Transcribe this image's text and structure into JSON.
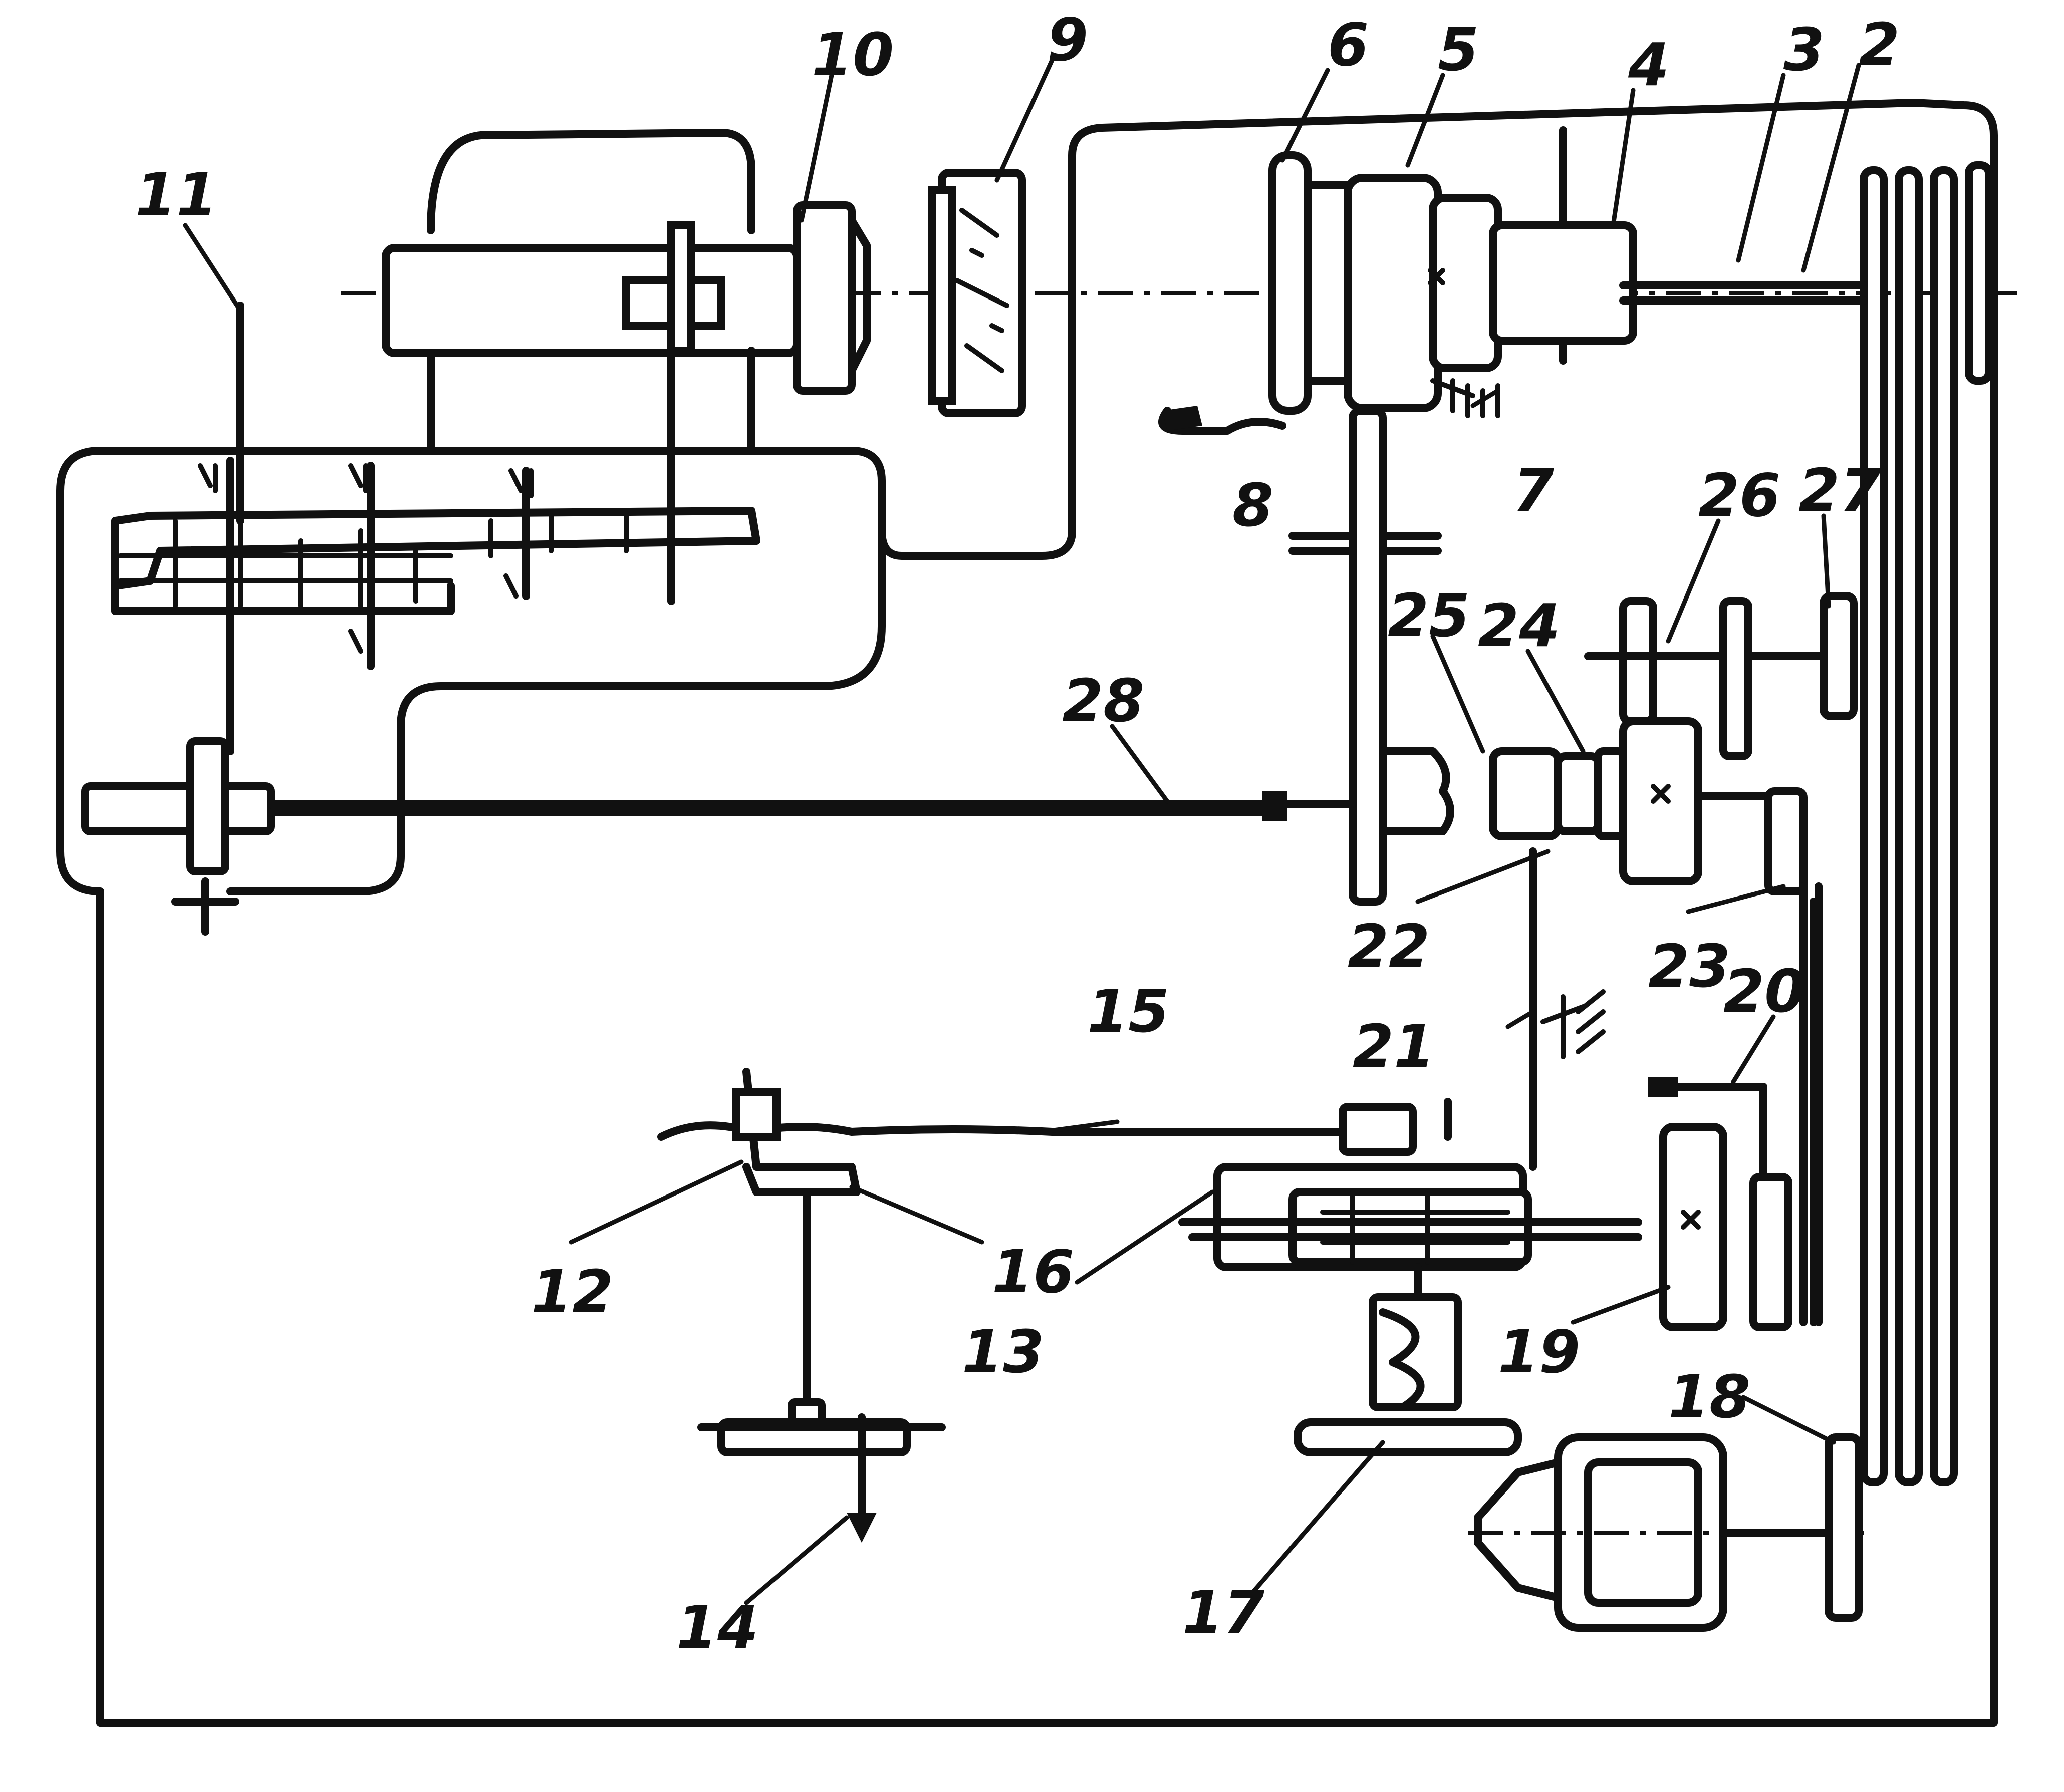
{
  "figure": {
    "labels": {
      "l2": "2",
      "l3": "3",
      "l4": "4",
      "l5": "5",
      "l6": "6",
      "l7": "7",
      "l8": "8",
      "l9": "9",
      "l10": "10",
      "l11": "11",
      "l12": "12",
      "l13": "13",
      "l14": "14",
      "l15": "15",
      "l16": "16",
      "l17": "17",
      "l18": "18",
      "l19": "19",
      "l20": "20",
      "l21": "21",
      "l22": "22",
      "l23": "23",
      "l24": "24",
      "l25": "25",
      "l26": "26",
      "l27": "27",
      "l28": "28"
    }
  }
}
